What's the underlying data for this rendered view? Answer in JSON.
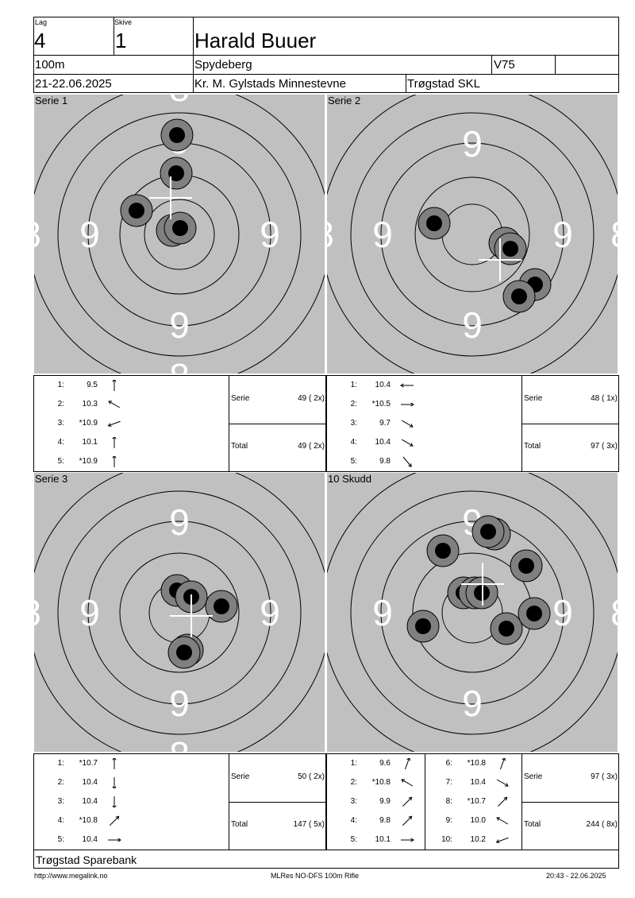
{
  "header": {
    "lag_label": "Lag",
    "lag_value": "4",
    "skive_label": "Skive",
    "skive_value": "1",
    "shooter": "Harald Buuer",
    "distance": "100m",
    "place": "Spydeberg",
    "class": "V75",
    "date": "21-22.06.2025",
    "event": "Kr. M. Gylstads Minnestevne",
    "club": "Trøgstad SKL"
  },
  "ring_number_label": "9",
  "ring_edge_label": "8",
  "panels": [
    {
      "title": "Serie 1",
      "shots": [
        {
          "no": "1:",
          "value": "9.5",
          "dir": "up"
        },
        {
          "no": "2:",
          "value": "10.3",
          "dir": "left-up"
        },
        {
          "no": "3:",
          "value": "*10.9",
          "dir": "left-down"
        },
        {
          "no": "4:",
          "value": "10.1",
          "dir": "up"
        },
        {
          "no": "5:",
          "value": "*10.9",
          "dir": "up"
        }
      ],
      "serie_label": "Serie",
      "serie_value": "49 ( 2x)",
      "total_label": "Total",
      "total_value": "49 ( 2x)"
    },
    {
      "title": "Serie 2",
      "shots": [
        {
          "no": "1:",
          "value": "10.4",
          "dir": "left"
        },
        {
          "no": "2:",
          "value": "*10.5",
          "dir": "right"
        },
        {
          "no": "3:",
          "value": "9.7",
          "dir": "right-down"
        },
        {
          "no": "4:",
          "value": "10.4",
          "dir": "right-down"
        },
        {
          "no": "5:",
          "value": "9.8",
          "dir": "right-down-steep"
        }
      ],
      "serie_label": "Serie",
      "serie_value": "48 ( 1x)",
      "total_label": "Total",
      "total_value": "97 ( 3x)"
    },
    {
      "title": "Serie 3",
      "shots": [
        {
          "no": "1:",
          "value": "*10.7",
          "dir": "up"
        },
        {
          "no": "2:",
          "value": "10.4",
          "dir": "down"
        },
        {
          "no": "3:",
          "value": "10.4",
          "dir": "down"
        },
        {
          "no": "4:",
          "value": "*10.8",
          "dir": "right-up"
        },
        {
          "no": "5:",
          "value": "10.4",
          "dir": "right"
        }
      ],
      "serie_label": "Serie",
      "serie_value": "50 ( 2x)",
      "total_label": "Total",
      "total_value": "147 ( 5x)"
    },
    {
      "title": "10 Skudd",
      "shots_left": [
        {
          "no": "1:",
          "value": "9.6",
          "dir": "up-right"
        },
        {
          "no": "2:",
          "value": "*10.8",
          "dir": "left-up"
        },
        {
          "no": "3:",
          "value": "9.9",
          "dir": "right-up"
        },
        {
          "no": "4:",
          "value": "9.8",
          "dir": "right-up"
        },
        {
          "no": "5:",
          "value": "10.1",
          "dir": "right"
        }
      ],
      "shots_right": [
        {
          "no": "6:",
          "value": "*10.8",
          "dir": "up-right"
        },
        {
          "no": "7:",
          "value": "10.4",
          "dir": "right-down"
        },
        {
          "no": "8:",
          "value": "*10.7",
          "dir": "right-up"
        },
        {
          "no": "9:",
          "value": "10.0",
          "dir": "left-up"
        },
        {
          "no": "10:",
          "value": "10.2",
          "dir": "left-down"
        }
      ],
      "serie_label": "Serie",
      "serie_value": "97 ( 3x)",
      "total_label": "Total",
      "total_value": "244 ( 8x)"
    }
  ],
  "sponsor": "Trøgstad Sparebank",
  "footer": {
    "url": "http://www.megalink.no",
    "program": "MLRes NO-DFS 100m Rifle",
    "timestamp": "20:43 - 22.06.2025"
  },
  "colors": {
    "target_bg": "#c0c0c0",
    "shot_outer": "#808080",
    "shot_inner": "#000000",
    "ring_label": "#ffffff"
  }
}
